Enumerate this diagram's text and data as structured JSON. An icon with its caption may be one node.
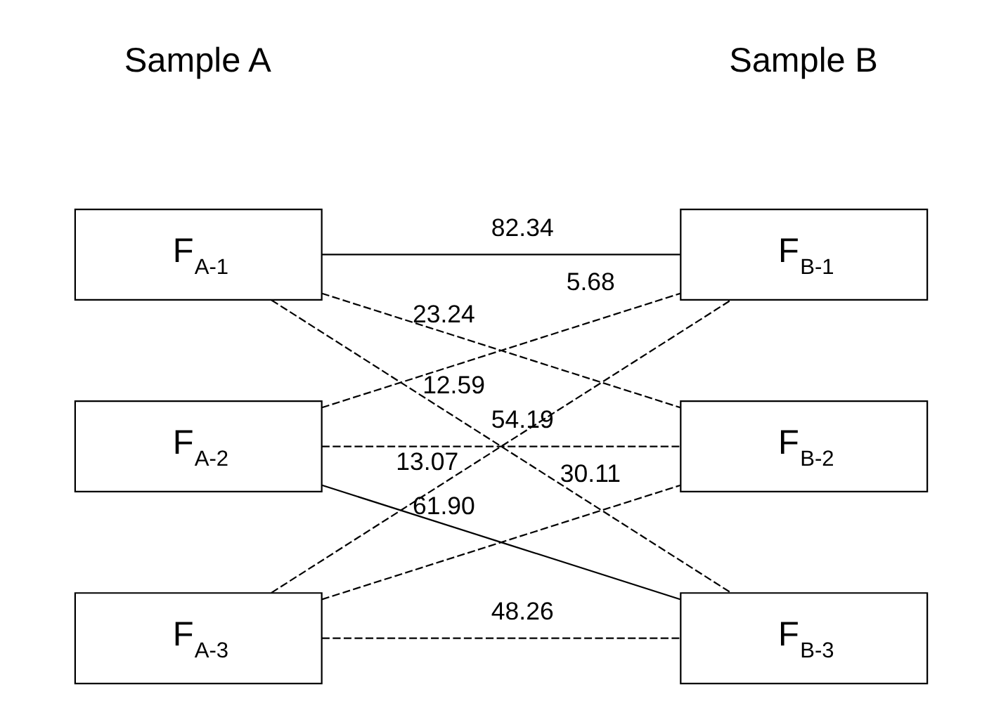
{
  "diagram": {
    "nodes": [
      {
        "text": [
          "F$_{A-1}$"
        ]
      },
      {
        "text": [
          "F$_{A-2}$"
        ]
      },
      {
        "text": [
          "F$_{A-3}$"
        ]
      },
      {
        "text": [
          "F$_{B-1}$"
        ]
      },
      {
        "text": [
          "F$_{B-2}$"
        ]
      },
      {
        "text": [
          "F$_{B-3}$"
        ]
      }
    ],
    "edges": [
      {
        "from": 0,
        "to": 3,
        "arrow": "none",
        "label": "82.34"
      },
      {
        "from": 0,
        "to": 4,
        "arrow": "none",
        "label": "23.24",
        "style": "dashed"
      },
      {
        "from": 0,
        "to": 5,
        "arrow": "none",
        "label": "12.59",
        "style": "dashed"
      },
      {
        "from": 1,
        "to": 3,
        "arrow": "none",
        "label": "5.68",
        "style": "dashed"
      },
      {
        "from": 1,
        "to": 4,
        "arrow": "none",
        "label": "54.19",
        "style": "dashed"
      },
      {
        "from": 1,
        "to": 5,
        "arrow": "none",
        "label": "61.90"
      },
      {
        "from": 2,
        "to": 3,
        "arrow": "none",
        "label": "13.07",
        "style": "dashed"
      },
      {
        "from": 2,
        "to": 4,
        "arrow": "none",
        "label": "30.11",
        "style": "dashed"
      },
      {
        "from": 2,
        "to": 5,
        "arrow": "none",
        "label": "48.26",
        "style": "dashed"
      }
    ],
    "labels": [
      "Sample A",
      "Sample B"
    ]
  }
}
